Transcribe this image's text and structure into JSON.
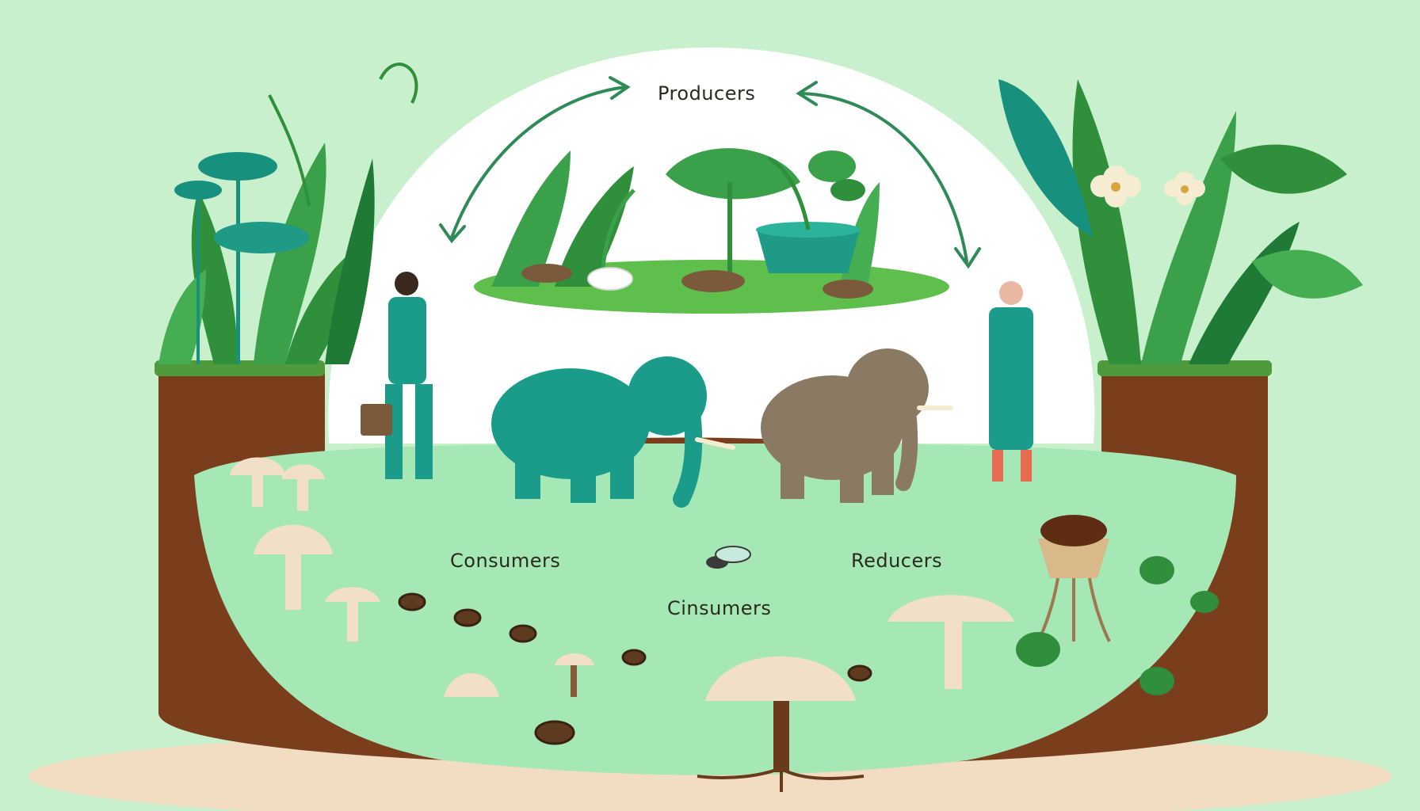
{
  "diagram": {
    "labels": {
      "producers": "Producers",
      "consumers_left": "Consumers",
      "consumers_center": "Cinsumers",
      "reducers": "Reducers"
    },
    "colors": {
      "background": "#c9f0cc",
      "soil": "#7a3e1c",
      "soil_dark": "#5e2d12",
      "ground": "#a5e8b6",
      "dome": "#ffffff",
      "arrow": "#2e8b57",
      "leaf_dark": "#2f8f3a",
      "leaf_teal": "#18907e",
      "elephant_teal": "#1b9c8a",
      "elephant_brown": "#8a7a64",
      "mushroom": "#f1dfc8"
    },
    "icons": [
      "cycle-arrow-icon",
      "elephant-icon",
      "mushroom-icon",
      "insect-icon",
      "plant-pot-icon"
    ]
  }
}
